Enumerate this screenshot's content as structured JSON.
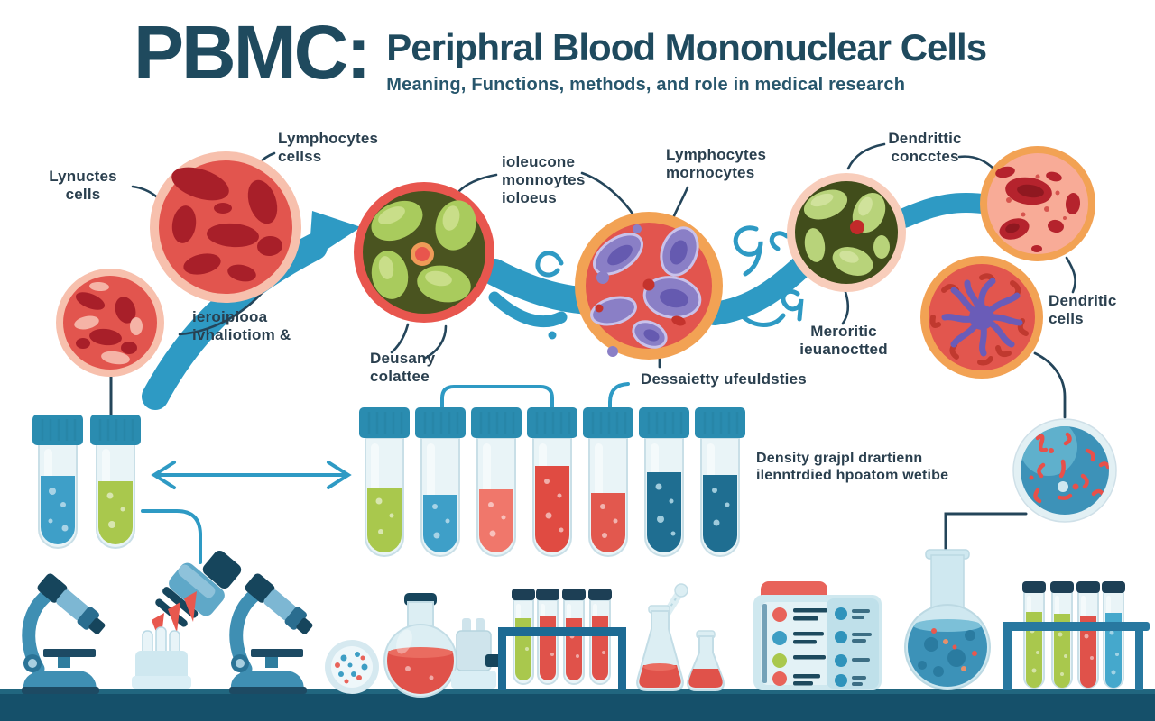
{
  "title": {
    "acronym": "PBMC:",
    "main": "Periphral Blood Mononuclear Cells",
    "subtitle": "Meaning, Functions, methods, and role in medical research"
  },
  "labels": {
    "blood_small": {
      "lines": [
        "Lynuctes",
        "cells"
      ]
    },
    "blood_large": {
      "lines": [
        "Lymphocytes",
        "cellss"
      ]
    },
    "isolation": {
      "lines": [
        "ieroipiooa",
        "ivhaliotiom &"
      ]
    },
    "monocytes_note": {
      "lines": [
        "ioleucone",
        "monnoytes",
        "ioloeus"
      ]
    },
    "lymphocytes_monocytes": {
      "lines": [
        "Lymphocytes",
        "mornocytes"
      ]
    },
    "dendritic_top": {
      "lines": [
        "Dendrittic",
        "concctes"
      ]
    },
    "density_left": {
      "lines": [
        "Deusany",
        "colattee"
      ]
    },
    "density_mid": {
      "lines": [
        "Dessaietty ufeuldsties"
      ]
    },
    "meroritic": {
      "lines": [
        "Meroritic",
        "ieuanoctted"
      ]
    },
    "dendritic_cells": {
      "lines": [
        "Dendritic",
        "cells"
      ]
    },
    "density_note": {
      "lines": [
        "Density grajpl drartienn",
        "ilenntrdied hpoatom wetibe"
      ]
    }
  },
  "colors": {
    "accent": "#2e9ac4",
    "connector": "#24455a",
    "title_text": "#1f4a5e",
    "label_text": "#2a3f4e",
    "bench": "#15506a",
    "bench_top": "#21667f",
    "tube_cap": "#2a8cb0",
    "tube_cap_navy": "#1d3f55",
    "glass": "#e9f4f7"
  },
  "cells": {
    "blood_large": {
      "ring": "#f7c0ad",
      "body": "#e2554e"
    },
    "blood_small": {
      "ring": "#f7c0ad",
      "body": "#e2554e"
    },
    "pbmc_left": {
      "ring": "#e8564e",
      "body": "#4a5420"
    },
    "monocyte": {
      "ring": "#f2a254",
      "body": "#e2554e"
    },
    "pbmc_right": {
      "ring": "#f8cdbb",
      "body": "#414d1b"
    },
    "blood_pink": {
      "ring": "#f2a254",
      "body": "#f8ab97"
    },
    "dendritic": {
      "ring": "#f2a254",
      "body": "#e2564e"
    },
    "petri": {
      "ring": "#e2f0f4",
      "body": "#3d92b8"
    }
  },
  "tubes": {
    "left": [
      "#3e9fc8",
      "#a9c84d"
    ],
    "middle": [
      "#a9c84d",
      "#3e9fc8",
      "#f0776b",
      "#e04b42",
      "#e2584e",
      "#1f6e91",
      "#1f6e91"
    ],
    "mid_rack": [
      "#a9c84d",
      "#e0524a",
      "#e0524a",
      "#e0524a"
    ],
    "right_rack": [
      "#a9c84d",
      "#a9c84d",
      "#e0524a",
      "#45a8cc"
    ]
  }
}
